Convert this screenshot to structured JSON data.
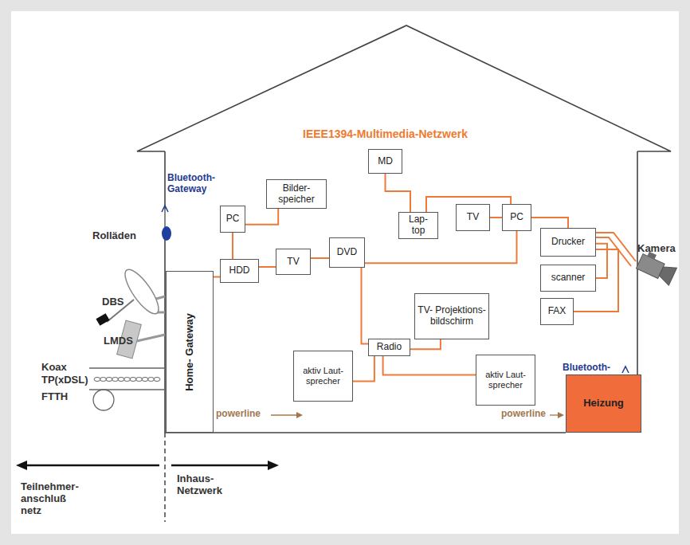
{
  "diagram": {
    "nodes": [
      {
        "text": [
          "MD"
        ]
      },
      {
        "text": [
          "Bilder- speicher"
        ]
      },
      {
        "text": [
          "PC"
        ]
      },
      {
        "text": [
          "Lap- top"
        ]
      },
      {
        "text": [
          "TV"
        ]
      },
      {
        "text": [
          "PC"
        ]
      },
      {
        "text": [
          "Drucker"
        ]
      },
      {
        "text": [
          "HDD"
        ]
      },
      {
        "text": [
          "TV"
        ]
      },
      {
        "text": [
          "DVD"
        ]
      },
      {
        "text": [
          "scanner"
        ]
      },
      {
        "text": [
          "FAX"
        ]
      },
      {
        "text": [
          "Home- Gateway"
        ]
      },
      {
        "text": [
          "TV- Projektions- bildschirm"
        ]
      },
      {
        "text": [
          "Radio"
        ]
      },
      {
        "text": [
          "aktiv Laut- sprecher"
        ]
      },
      {
        "text": [
          "aktiv Laut- sprecher"
        ]
      },
      {
        "text": [
          "Heizung"
        ]
      }
    ],
    "edges": [
      {
        "from": 2,
        "to": 1,
        "arrow": "none"
      },
      {
        "from": 2,
        "to": 7,
        "arrow": "none"
      },
      {
        "from": 7,
        "to": 8,
        "arrow": "none"
      },
      {
        "from": 8,
        "to": 9,
        "arrow": "none"
      },
      {
        "from": 12,
        "to": 7,
        "arrow": "none"
      },
      {
        "from": 9,
        "to": 5,
        "arrow": "none"
      },
      {
        "from": 0,
        "to": 3,
        "arrow": "none"
      },
      {
        "from": 3,
        "to": 5,
        "arrow": "none"
      },
      {
        "from": 4,
        "to": 5,
        "arrow": "none"
      },
      {
        "from": 5,
        "to": 6,
        "arrow": "none"
      },
      {
        "from": 6,
        "to": 10,
        "arrow": "none"
      },
      {
        "from": 6,
        "to": 11,
        "arrow": "none"
      },
      {
        "from": 9,
        "to": 14,
        "arrow": "none"
      },
      {
        "from": 14,
        "to": 13,
        "arrow": "none"
      },
      {
        "from": 14,
        "to": 15,
        "arrow": "none"
      },
      {
        "from": 14,
        "to": 16,
        "arrow": "none"
      }
    ],
    "labels": [
      "IEEE1394-Multimedia-Netzwerk",
      "Bluetooth- Gateway",
      "Rolläden",
      "DBS",
      "LMDS",
      "Koax",
      "TP(xDSL)",
      "FTTH",
      "Kamera",
      "Bluetooth-",
      "powerline",
      "powerline",
      "Teilnehmer- anschluß netz",
      "Inhaus- Netzwerk"
    ]
  }
}
